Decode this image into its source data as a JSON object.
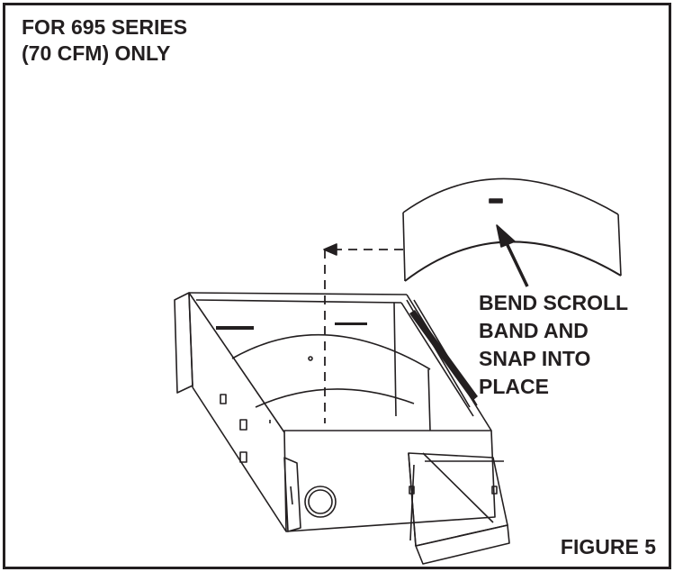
{
  "series_note": {
    "line1": "FOR 695 SERIES",
    "line2": "(70 CFM) ONLY"
  },
  "callout": {
    "line1": "BEND SCROLL",
    "line2": "BAND AND",
    "line3": "SNAP INTO",
    "line4": "PLACE"
  },
  "figure_label": "FIGURE 5",
  "colors": {
    "ink": "#231f20",
    "paper": "#ffffff"
  }
}
